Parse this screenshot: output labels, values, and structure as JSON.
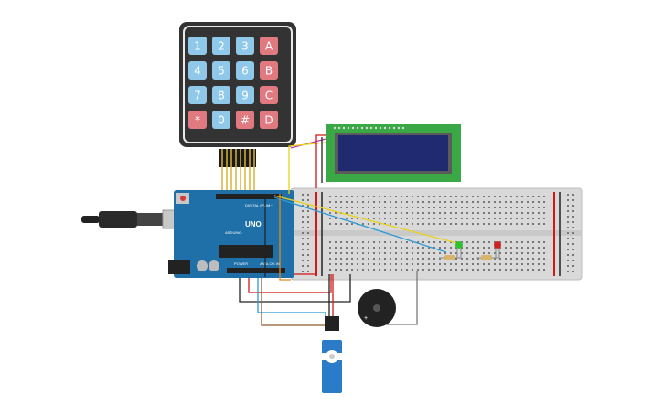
{
  "keypad": {
    "keys": [
      [
        "1",
        "2",
        "3",
        "A"
      ],
      [
        "4",
        "5",
        "6",
        "B"
      ],
      [
        "7",
        "8",
        "9",
        "C"
      ],
      [
        "*",
        "0",
        "#",
        "D"
      ]
    ],
    "colors": {
      "numeric": "#8fc8e8",
      "special": "#e07a80",
      "body": "#333333"
    }
  },
  "arduino": {
    "board_label": "UNO",
    "brand_label": "ARDUINO",
    "digital_label": "DIGITAL (PWM~)",
    "power_label": "POWER",
    "analog_label": "ANALOG IN",
    "color": "#1f6fa8"
  },
  "lcd": {
    "screen_color": "#1f2a70",
    "pcb_color": "#39a845"
  },
  "leds": [
    {
      "color": "#2fbf2f"
    },
    {
      "color": "#cc2222"
    }
  ],
  "wires": {
    "yellow": "#e8d21c",
    "blue": "#2a9ad6",
    "red": "#d01818",
    "black": "#222222",
    "brown": "#8a5a2b",
    "magenta": "#c23fa8",
    "orange": "#e08c1a",
    "grey": "#7a7a7a"
  },
  "buzzer": {
    "label": "+"
  },
  "servo": {
    "color": "#2a7bc8"
  }
}
